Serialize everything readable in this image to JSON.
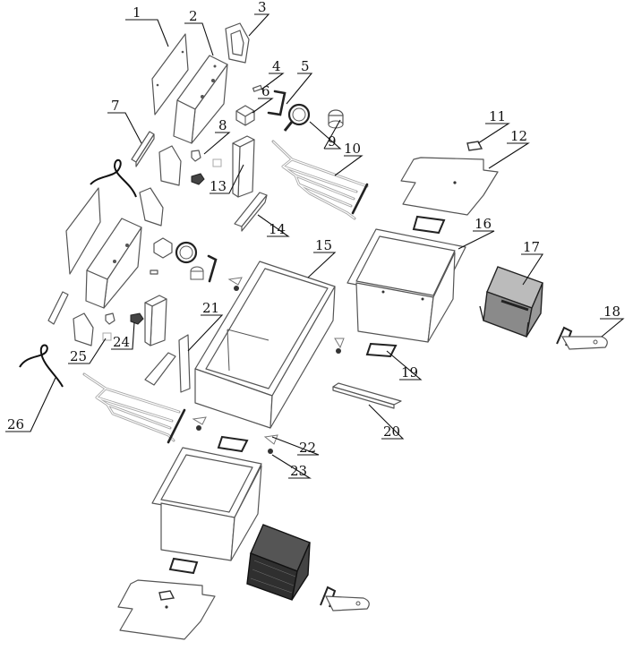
{
  "callouts": [
    {
      "num": "1"
    },
    {
      "num": "2"
    },
    {
      "num": "3"
    },
    {
      "num": "4"
    },
    {
      "num": "5"
    },
    {
      "num": "6"
    },
    {
      "num": "7"
    },
    {
      "num": "8"
    },
    {
      "num": "9"
    },
    {
      "num": "10"
    },
    {
      "num": "11"
    },
    {
      "num": "12"
    },
    {
      "num": "13"
    },
    {
      "num": "14"
    },
    {
      "num": "15"
    },
    {
      "num": "16"
    },
    {
      "num": "17"
    },
    {
      "num": "18"
    },
    {
      "num": "19"
    },
    {
      "num": "20"
    },
    {
      "num": "21"
    },
    {
      "num": "22"
    },
    {
      "num": "23"
    },
    {
      "num": "24"
    },
    {
      "num": "25"
    },
    {
      "num": "26"
    }
  ]
}
